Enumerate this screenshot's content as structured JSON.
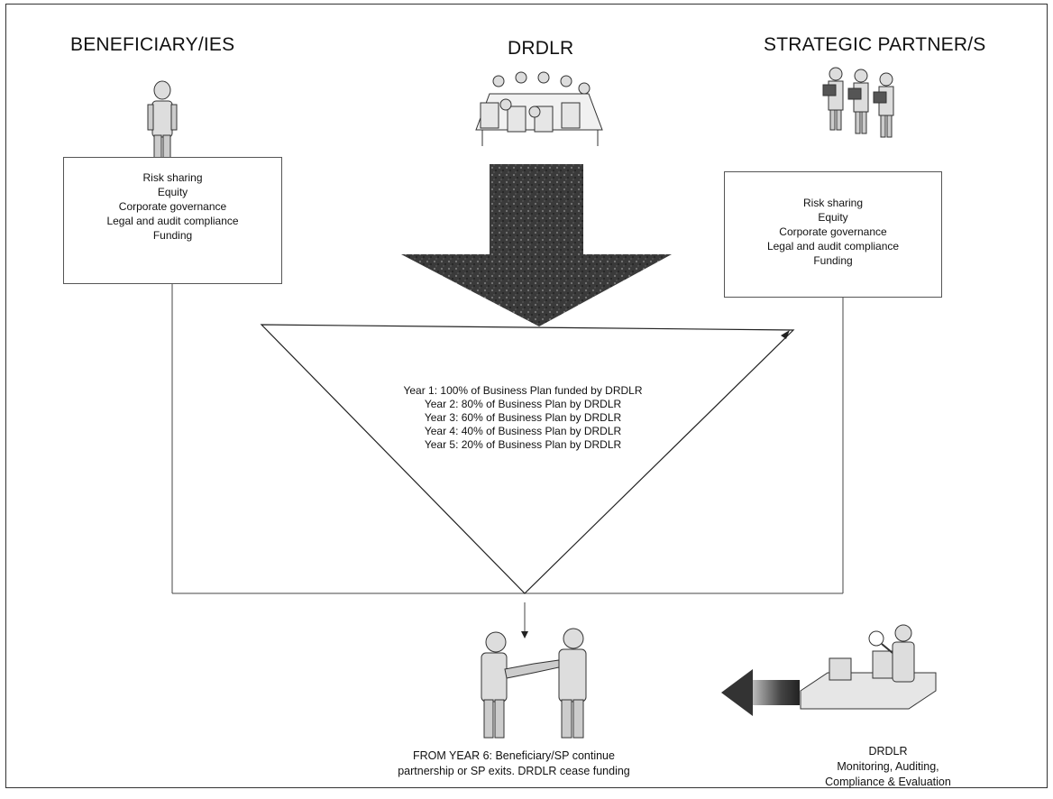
{
  "headers": {
    "beneficiary": "BENEFICIARY/IES",
    "drdlr": "DRDLR",
    "partner": "STRATEGIC PARTNER/S"
  },
  "left_box": [
    "Risk sharing",
    "Equity",
    "Corporate governance",
    "Legal and audit compliance",
    "Funding"
  ],
  "right_box": [
    "Risk sharing",
    "Equity",
    "Corporate governance",
    "Legal and audit compliance",
    "Funding"
  ],
  "funding_schedule": [
    "Year 1: 100% of Business Plan funded by DRDLR",
    "Year 2: 80% of Business Plan by DRDLR",
    "Year 3: 60% of Business Plan by DRDLR",
    "Year 4: 40% of Business Plan by DRDLR",
    "Year 5: 20% of Business Plan by DRDLR"
  ],
  "outcome": {
    "line1": "FROM YEAR 6: Beneficiary/SP continue",
    "line2": "partnership or SP exits. DRDLR cease funding"
  },
  "monitor": {
    "line1": "DRDLR",
    "line2": "Monitoring, Auditing,",
    "line3": "Compliance & Evaluation"
  },
  "icons": {
    "beneficiary": "standing-person-icon",
    "drdlr": "meeting-table-icon",
    "partner": "group-of-people-icon",
    "handshake": "handshake-icon",
    "monitor": "monitoring-desk-icon"
  }
}
